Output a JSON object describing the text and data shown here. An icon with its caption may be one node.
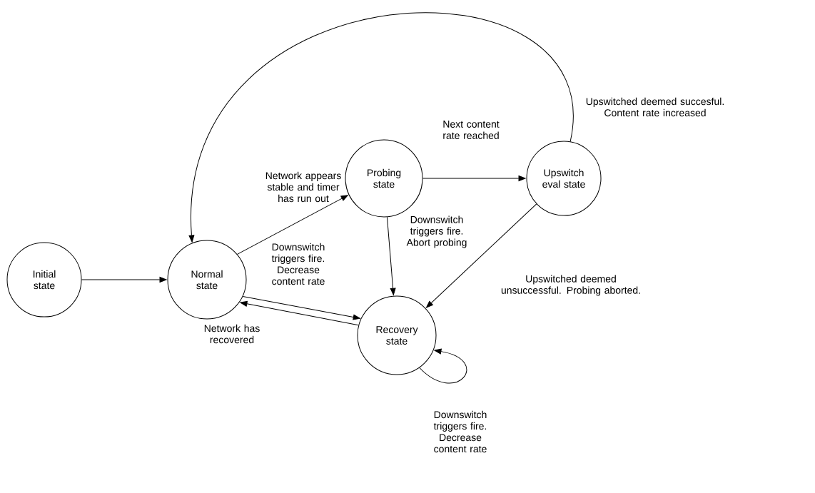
{
  "diagram": {
    "nodes": [
      {
        "text": [
          "Initial state"
        ]
      },
      {
        "text": [
          "Normal state"
        ]
      },
      {
        "text": [
          "Probing state"
        ]
      },
      {
        "text": [
          "Upswitch eval state"
        ]
      },
      {
        "text": [
          "Recovery state"
        ]
      }
    ],
    "edges": [
      {
        "from": 0,
        "to": 1,
        "arrow": "to"
      },
      {
        "from": 1,
        "to": 2,
        "arrow": "to",
        "label": "Network appears stable and timer has run out"
      },
      {
        "from": 2,
        "to": 3,
        "arrow": "to",
        "label": "Next content rate reached"
      },
      {
        "from": 3,
        "to": 1,
        "arrow": "to",
        "label": "Upswitched deemed succesful. Content rate increased"
      },
      {
        "from": 1,
        "to": 4,
        "arrow": "to",
        "label": "Downswitch triggers fire. Decrease content rate"
      },
      {
        "from": 2,
        "to": 4,
        "arrow": "to",
        "label": "Downswitch triggers fire. Abort probing"
      },
      {
        "from": 3,
        "to": 4,
        "arrow": "to",
        "label": "Upswitched deemed unsuccessful. Probing aborted."
      },
      {
        "from": 4,
        "to": 1,
        "arrow": "to",
        "label": "Network has recovered"
      },
      {
        "from": 4,
        "to": 4,
        "arrow": "to",
        "label": "Downswitch triggers fire. Decrease content rate"
      }
    ]
  }
}
